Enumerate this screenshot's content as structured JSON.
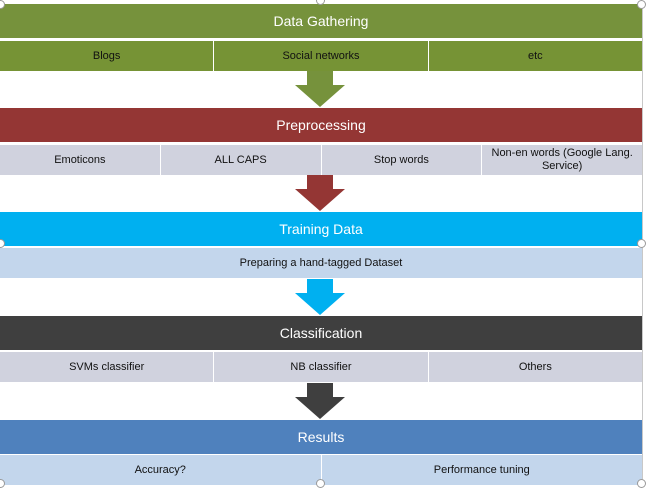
{
  "colors": {
    "gathering": "#76923c",
    "gathering_light": "#769335",
    "preprocessing": "#943634",
    "preprocessing_light": "#d0d2de",
    "training": "#00b0f0",
    "training_light": "#c3d6ec",
    "classification": "#3f3f3f",
    "classification_light": "#d0d2de",
    "results": "#4f81bd",
    "results_light": "#c3d6ec"
  },
  "stages": [
    {
      "title": "Data Gathering",
      "items": [
        "Blogs",
        "Social networks",
        "etc"
      ]
    },
    {
      "title": "Preprocessing",
      "items": [
        "Emoticons",
        "ALL CAPS",
        "Stop words",
        "Non-en words (Google Lang. Service)"
      ]
    },
    {
      "title": "Training Data",
      "items": [
        "Preparing a hand-tagged Dataset"
      ]
    },
    {
      "title": "Classification",
      "items": [
        "SVMs classifier",
        "NB classifier",
        "Others"
      ]
    },
    {
      "title": "Results",
      "items": [
        "Accuracy?",
        "Performance tuning"
      ]
    }
  ]
}
